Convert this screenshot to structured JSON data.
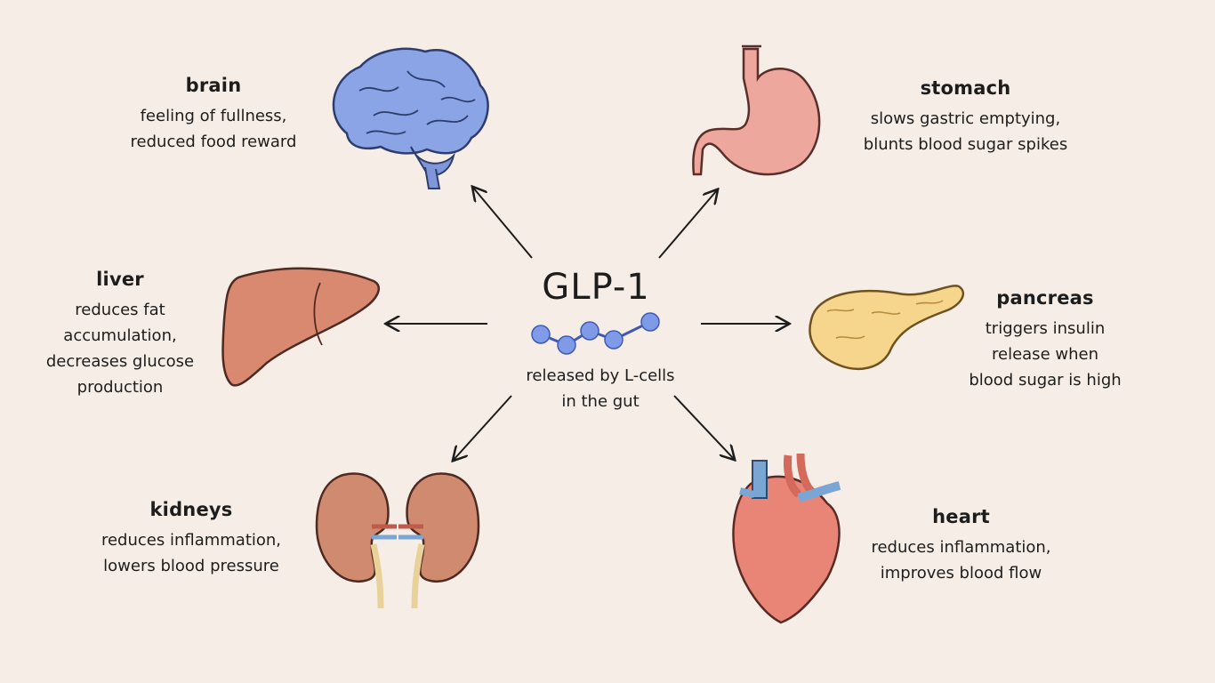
{
  "center": {
    "title": "GLP-1",
    "desc_lines": [
      "released by L-cells",
      "in the gut"
    ],
    "molecule_color": "#7f9be8"
  },
  "organs": {
    "brain": {
      "title": "brain",
      "lines": [
        "feeling of fullness,",
        "reduced food reward"
      ],
      "icon": "brain-icon",
      "color": "#8aa4e6"
    },
    "stomach": {
      "title": "stomach",
      "lines": [
        "slows gastric emptying,",
        "blunts blood sugar spikes"
      ],
      "icon": "stomach-icon",
      "color": "#eda79c"
    },
    "liver": {
      "title": "liver",
      "lines": [
        "reduces fat",
        "accumulation,",
        "decreases glucose",
        "production"
      ],
      "icon": "liver-icon",
      "color": "#d8896f"
    },
    "pancreas": {
      "title": "pancreas",
      "lines": [
        "triggers insulin",
        "release when",
        "blood sugar is high"
      ],
      "icon": "pancreas-icon",
      "color": "#f6d58c"
    },
    "kidneys": {
      "title": "kidneys",
      "lines": [
        "reduces inflammation,",
        "lowers blood pressure"
      ],
      "icon": "kidneys-icon",
      "color": "#cf8a70"
    },
    "heart": {
      "title": "heart",
      "lines": [
        "reduces inflammation,",
        "improves blood flow"
      ],
      "icon": "heart-icon",
      "color": "#e88577"
    }
  }
}
